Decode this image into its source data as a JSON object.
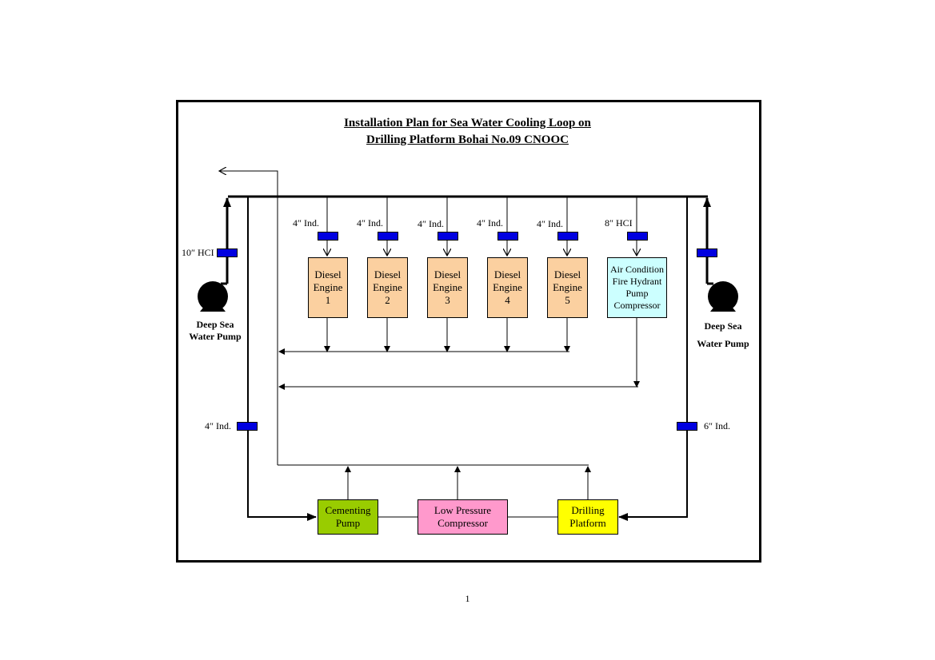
{
  "title": {
    "line1": "Installation Plan for Sea Water Cooling Loop on",
    "line2": "Drilling Platform Bohai No.09 CNOOC"
  },
  "engines": [
    {
      "label": "Diesel\nEngine\n1",
      "pipe": "4″ Ind."
    },
    {
      "label": "Diesel\nEngine\n2",
      "pipe": "4″ Ind."
    },
    {
      "label": "Diesel\nEngine\n3",
      "pipe": "4″ Ind."
    },
    {
      "label": "Diesel\nEngine\n4",
      "pipe": "4″ Ind."
    },
    {
      "label": "Diesel\nEngine\n5",
      "pipe": "4″ Ind."
    }
  ],
  "aux_unit": {
    "label": "Air Condition\nFire Hydrant\nPump\nCompressor",
    "pipe": "8″ HCI"
  },
  "left_pump": {
    "name": "Deep Sea\nWater Pump",
    "outlet_pipe": "10″ HCI",
    "branch_pipe": "4″ Ind."
  },
  "right_pump": {
    "name": "Deep  Sea\nWater Pump",
    "branch_pipe": "6″ Ind."
  },
  "bottom_units": {
    "cementing": "Cementing\nPump",
    "compressor": "Low Pressure\nCompressor",
    "platform": "Drilling\nPlatform"
  },
  "colors": {
    "valve": "#0000e0",
    "engine": "#fbd0a0",
    "aux_unit": "#ccffff",
    "cementing": "#99cc00",
    "compressor": "#ff99cc",
    "platform": "#ffff00"
  },
  "page_number": "1"
}
